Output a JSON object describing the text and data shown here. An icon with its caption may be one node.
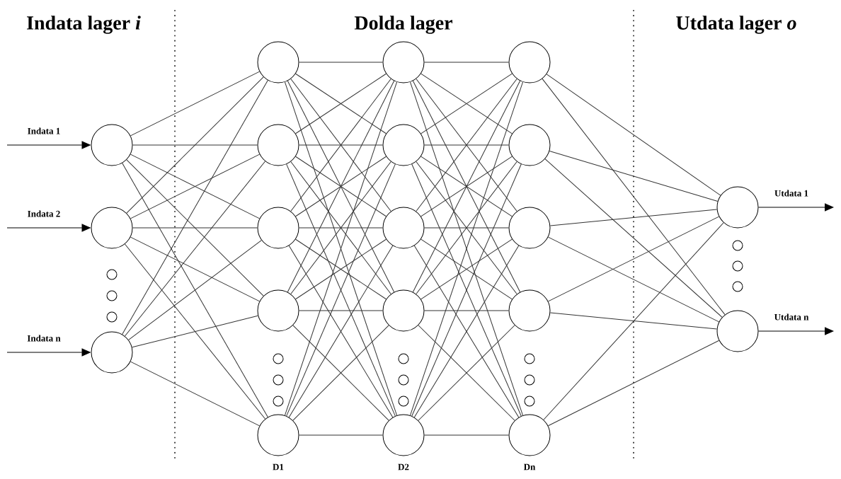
{
  "diagram": {
    "nodes": [
      {
        "text": [],
        "shape": "circle"
      },
      {
        "text": [],
        "shape": "circle"
      },
      {
        "text": [],
        "shape": "circle"
      },
      {
        "text": [],
        "shape": "circle"
      },
      {
        "text": [],
        "shape": "circle"
      },
      {
        "text": [],
        "shape": "circle"
      },
      {
        "text": [],
        "shape": "circle"
      },
      {
        "text": [],
        "shape": "circle"
      },
      {
        "text": [],
        "shape": "circle"
      },
      {
        "text": [],
        "shape": "circle"
      },
      {
        "text": [],
        "shape": "circle"
      },
      {
        "text": [],
        "shape": "circle"
      },
      {
        "text": [],
        "shape": "circle"
      },
      {
        "text": [],
        "shape": "circle"
      },
      {
        "text": [],
        "shape": "circle"
      },
      {
        "text": [],
        "shape": "circle"
      },
      {
        "text": [],
        "shape": "circle"
      },
      {
        "text": [],
        "shape": "circle"
      },
      {
        "text": [],
        "shape": "circle"
      },
      {
        "text": [],
        "shape": "circle"
      }
    ],
    "edges": [
      {
        "from": null,
        "to": 0,
        "arrow": "to",
        "label": "Indata 1"
      },
      {
        "from": null,
        "to": 1,
        "arrow": "to",
        "label": "Indata 2"
      },
      {
        "from": null,
        "to": 2,
        "arrow": "to",
        "label": "Indata n"
      },
      {
        "from": 0,
        "to": 3,
        "arrow": "none"
      },
      {
        "from": 0,
        "to": 4,
        "arrow": "none"
      },
      {
        "from": 0,
        "to": 5,
        "arrow": "none"
      },
      {
        "from": 0,
        "to": 6,
        "arrow": "none"
      },
      {
        "from": 0,
        "to": 7,
        "arrow": "none"
      },
      {
        "from": 1,
        "to": 3,
        "arrow": "none"
      },
      {
        "from": 1,
        "to": 4,
        "arrow": "none"
      },
      {
        "from": 1,
        "to": 5,
        "arrow": "none"
      },
      {
        "from": 1,
        "to": 6,
        "arrow": "none"
      },
      {
        "from": 1,
        "to": 7,
        "arrow": "none"
      },
      {
        "from": 2,
        "to": 3,
        "arrow": "none"
      },
      {
        "from": 2,
        "to": 4,
        "arrow": "none"
      },
      {
        "from": 2,
        "to": 5,
        "arrow": "none"
      },
      {
        "from": 2,
        "to": 6,
        "arrow": "none"
      },
      {
        "from": 2,
        "to": 7,
        "arrow": "none"
      },
      {
        "from": 3,
        "to": 8,
        "arrow": "none"
      },
      {
        "from": 3,
        "to": 9,
        "arrow": "none"
      },
      {
        "from": 3,
        "to": 10,
        "arrow": "none"
      },
      {
        "from": 3,
        "to": 11,
        "arrow": "none"
      },
      {
        "from": 3,
        "to": 12,
        "arrow": "none"
      },
      {
        "from": 4,
        "to": 8,
        "arrow": "none"
      },
      {
        "from": 4,
        "to": 9,
        "arrow": "none"
      },
      {
        "from": 4,
        "to": 10,
        "arrow": "none"
      },
      {
        "from": 4,
        "to": 11,
        "arrow": "none"
      },
      {
        "from": 4,
        "to": 12,
        "arrow": "none"
      },
      {
        "from": 5,
        "to": 8,
        "arrow": "none"
      },
      {
        "from": 5,
        "to": 9,
        "arrow": "none"
      },
      {
        "from": 5,
        "to": 10,
        "arrow": "none"
      },
      {
        "from": 5,
        "to": 11,
        "arrow": "none"
      },
      {
        "from": 5,
        "to": 12,
        "arrow": "none"
      },
      {
        "from": 6,
        "to": 8,
        "arrow": "none"
      },
      {
        "from": 6,
        "to": 9,
        "arrow": "none"
      },
      {
        "from": 6,
        "to": 10,
        "arrow": "none"
      },
      {
        "from": 6,
        "to": 11,
        "arrow": "none"
      },
      {
        "from": 6,
        "to": 12,
        "arrow": "none"
      },
      {
        "from": 7,
        "to": 8,
        "arrow": "none"
      },
      {
        "from": 7,
        "to": 9,
        "arrow": "none"
      },
      {
        "from": 7,
        "to": 10,
        "arrow": "none"
      },
      {
        "from": 7,
        "to": 11,
        "arrow": "none"
      },
      {
        "from": 7,
        "to": 12,
        "arrow": "none"
      },
      {
        "from": 8,
        "to": 13,
        "arrow": "none"
      },
      {
        "from": 8,
        "to": 14,
        "arrow": "none"
      },
      {
        "from": 8,
        "to": 15,
        "arrow": "none"
      },
      {
        "from": 8,
        "to": 16,
        "arrow": "none"
      },
      {
        "from": 8,
        "to": 17,
        "arrow": "none"
      },
      {
        "from": 9,
        "to": 13,
        "arrow": "none"
      },
      {
        "from": 9,
        "to": 14,
        "arrow": "none"
      },
      {
        "from": 9,
        "to": 15,
        "arrow": "none"
      },
      {
        "from": 9,
        "to": 16,
        "arrow": "none"
      },
      {
        "from": 9,
        "to": 17,
        "arrow": "none"
      },
      {
        "from": 10,
        "to": 13,
        "arrow": "none"
      },
      {
        "from": 10,
        "to": 14,
        "arrow": "none"
      },
      {
        "from": 10,
        "to": 15,
        "arrow": "none"
      },
      {
        "from": 10,
        "to": 16,
        "arrow": "none"
      },
      {
        "from": 10,
        "to": 17,
        "arrow": "none"
      },
      {
        "from": 11,
        "to": 13,
        "arrow": "none"
      },
      {
        "from": 11,
        "to": 14,
        "arrow": "none"
      },
      {
        "from": 11,
        "to": 15,
        "arrow": "none"
      },
      {
        "from": 11,
        "to": 16,
        "arrow": "none"
      },
      {
        "from": 11,
        "to": 17,
        "arrow": "none"
      },
      {
        "from": 12,
        "to": 13,
        "arrow": "none"
      },
      {
        "from": 12,
        "to": 14,
        "arrow": "none"
      },
      {
        "from": 12,
        "to": 15,
        "arrow": "none"
      },
      {
        "from": 12,
        "to": 16,
        "arrow": "none"
      },
      {
        "from": 12,
        "to": 17,
        "arrow": "none"
      },
      {
        "from": 13,
        "to": 18,
        "arrow": "none"
      },
      {
        "from": 13,
        "to": 19,
        "arrow": "none"
      },
      {
        "from": 14,
        "to": 18,
        "arrow": "none"
      },
      {
        "from": 14,
        "to": 19,
        "arrow": "none"
      },
      {
        "from": 15,
        "to": 18,
        "arrow": "none"
      },
      {
        "from": 15,
        "to": 19,
        "arrow": "none"
      },
      {
        "from": 16,
        "to": 18,
        "arrow": "none"
      },
      {
        "from": 16,
        "to": 19,
        "arrow": "none"
      },
      {
        "from": 17,
        "to": 18,
        "arrow": "none"
      },
      {
        "from": 17,
        "to": 19,
        "arrow": "none"
      },
      {
        "from": 18,
        "to": null,
        "arrow": "to",
        "label": "Utdata 1"
      },
      {
        "from": 19,
        "to": null,
        "arrow": "to",
        "label": "Utdata n"
      }
    ],
    "labels": [
      "Indata lager *i*",
      "Dolda lager",
      "Utdata lager *o*",
      "D1",
      "D2",
      "Dn"
    ]
  }
}
